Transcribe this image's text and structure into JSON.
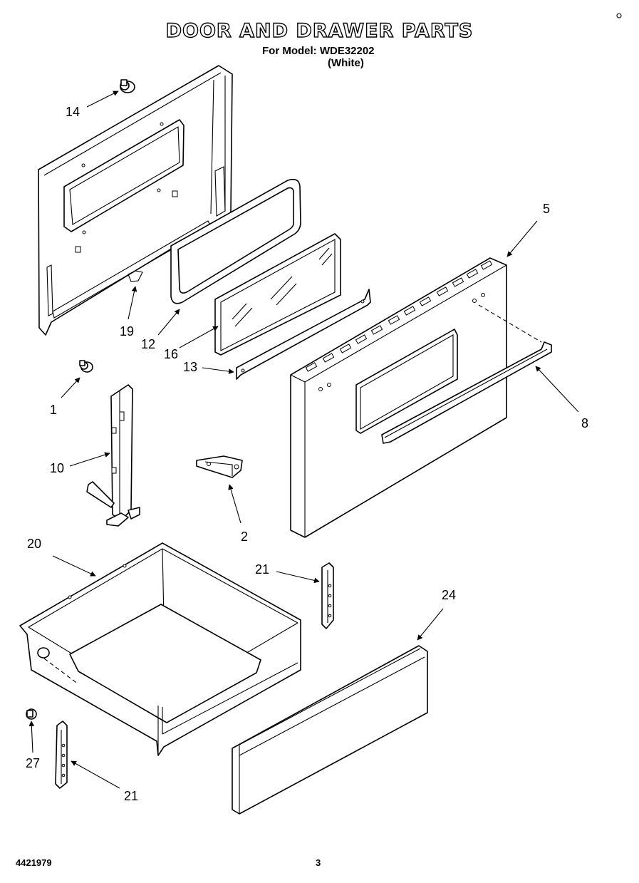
{
  "header": {
    "title": "DOOR AND DRAWER PARTS",
    "model_line": "For Model: WDE32202",
    "color_line": "(White)"
  },
  "callouts": [
    "14",
    "19",
    "12",
    "16",
    "13",
    "5",
    "8",
    "1",
    "10",
    "2",
    "20",
    "21",
    "24",
    "27",
    "21"
  ],
  "footer": {
    "doc_number": "4421979",
    "page_number": "3"
  }
}
